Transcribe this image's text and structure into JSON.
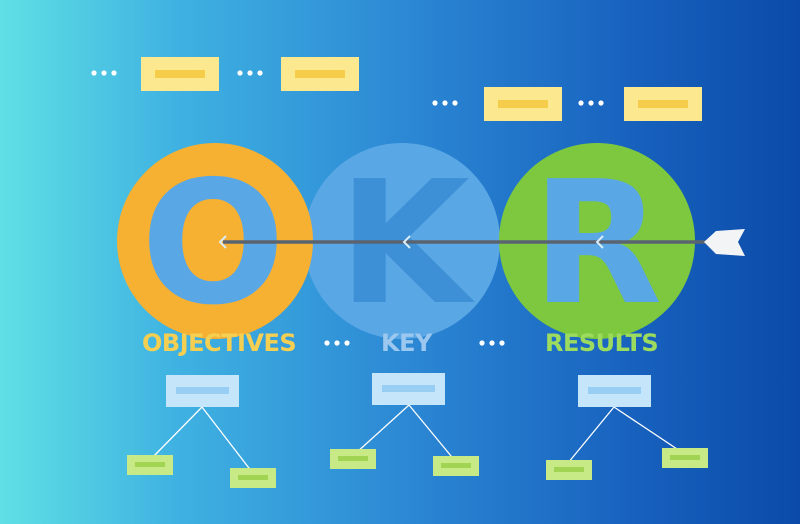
{
  "letters": {
    "o": "O",
    "k": "K",
    "r": "R"
  },
  "labels": {
    "objectives": "OBJECTIVES",
    "key": "KEY",
    "results": "RESULTS"
  },
  "colors": {
    "objectives": "#f6b032",
    "key": "#5aa7e6",
    "results": "#7dc83f",
    "note": "#fbe78f",
    "box": "#c5e5fb",
    "leaf": "#c7ea86",
    "arrow": "#5a6470"
  }
}
